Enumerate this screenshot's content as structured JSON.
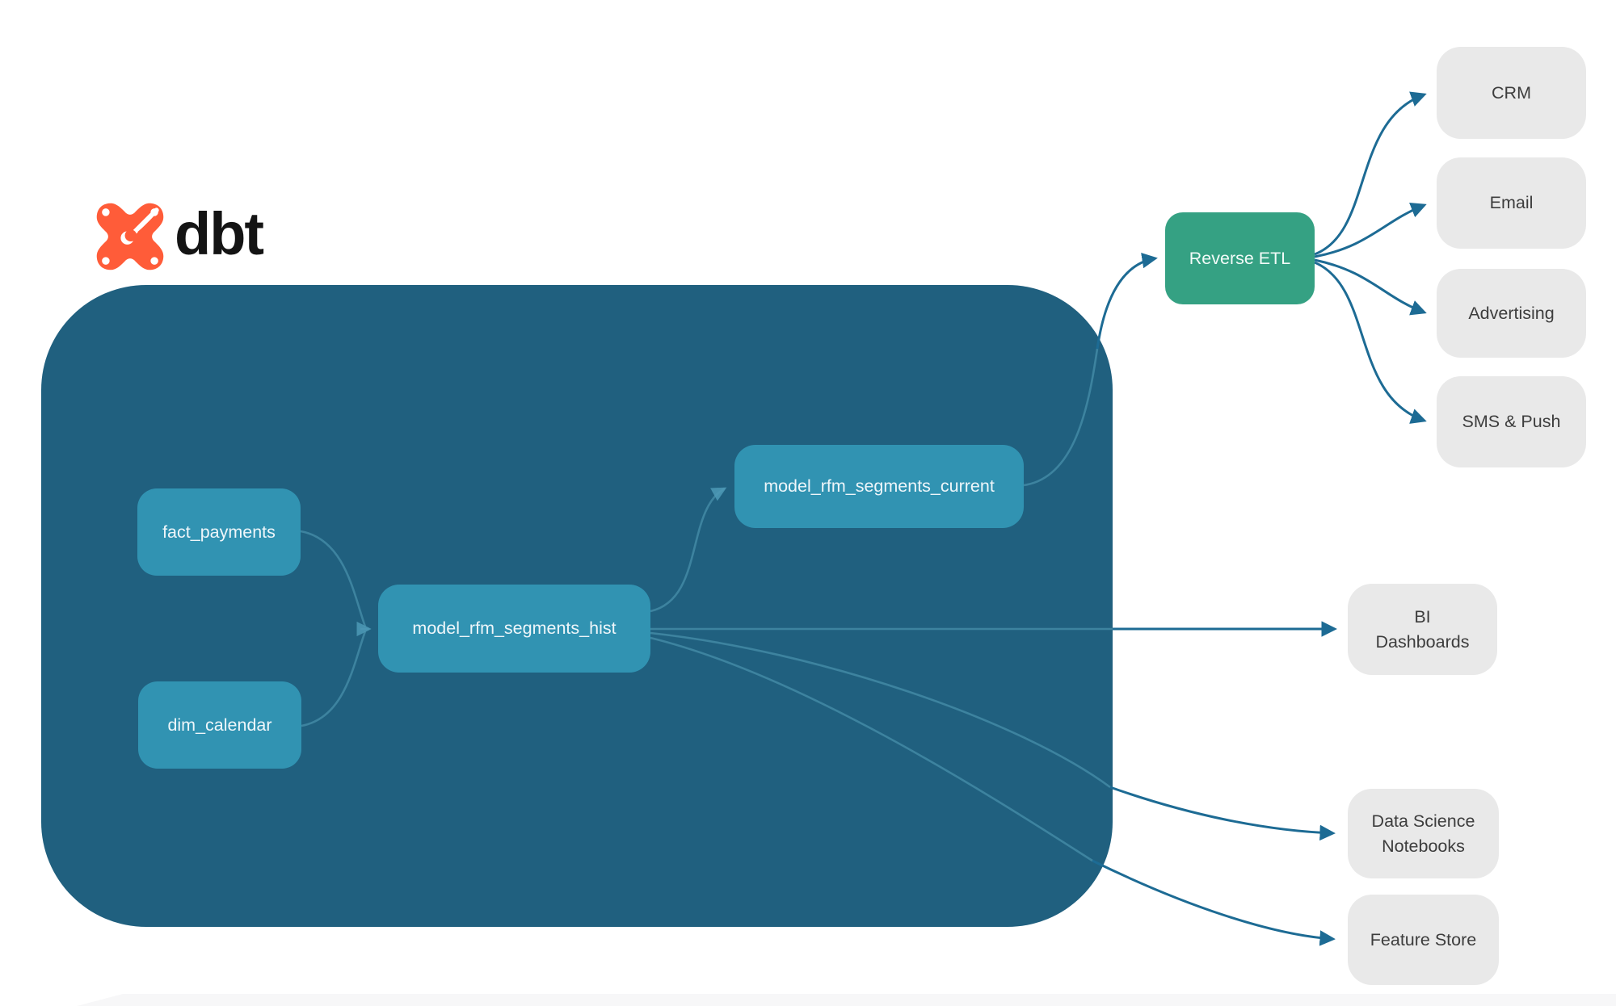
{
  "brand": {
    "name": "dbt"
  },
  "colors": {
    "dbt_orange": "#ff5c39",
    "container_bg": "#20607f",
    "model_node_bg": "#3193b2",
    "reverse_etl_bg": "#35a183",
    "external_node_bg": "#e9e9e9",
    "outer_arrow": "#1d6b94",
    "inner_line": "#55a0ba",
    "model_node_text": "#eef6fa",
    "external_node_text": "#3d3d3d"
  },
  "diagram": {
    "dbt_container": {
      "nodes": {
        "fact_payments": {
          "label": "fact_payments"
        },
        "dim_calendar": {
          "label": "dim_calendar"
        },
        "model_rfm_segments_hist": {
          "label": "model_rfm_segments_hist"
        },
        "model_rfm_segments_current": {
          "label": "model_rfm_segments_current"
        }
      }
    },
    "external_nodes": {
      "reverse_etl": {
        "label": "Reverse ETL"
      },
      "crm": {
        "label": "CRM"
      },
      "email": {
        "label": "Email"
      },
      "advertising": {
        "label": "Advertising"
      },
      "sms_push": {
        "label": "SMS & Push"
      },
      "bi_dashboards": {
        "label": "BI Dashboards"
      },
      "data_science_notebooks": {
        "label": "Data Science Notebooks"
      },
      "feature_store": {
        "label": "Feature Store"
      }
    },
    "edges": [
      {
        "from": "fact_payments",
        "to": "model_rfm_segments_hist"
      },
      {
        "from": "dim_calendar",
        "to": "model_rfm_segments_hist"
      },
      {
        "from": "model_rfm_segments_hist",
        "to": "model_rfm_segments_current"
      },
      {
        "from": "model_rfm_segments_hist",
        "to": "bi_dashboards"
      },
      {
        "from": "model_rfm_segments_hist",
        "to": "data_science_notebooks"
      },
      {
        "from": "model_rfm_segments_hist",
        "to": "feature_store"
      },
      {
        "from": "model_rfm_segments_current",
        "to": "reverse_etl"
      },
      {
        "from": "reverse_etl",
        "to": "crm"
      },
      {
        "from": "reverse_etl",
        "to": "email"
      },
      {
        "from": "reverse_etl",
        "to": "advertising"
      },
      {
        "from": "reverse_etl",
        "to": "sms_push"
      }
    ]
  }
}
